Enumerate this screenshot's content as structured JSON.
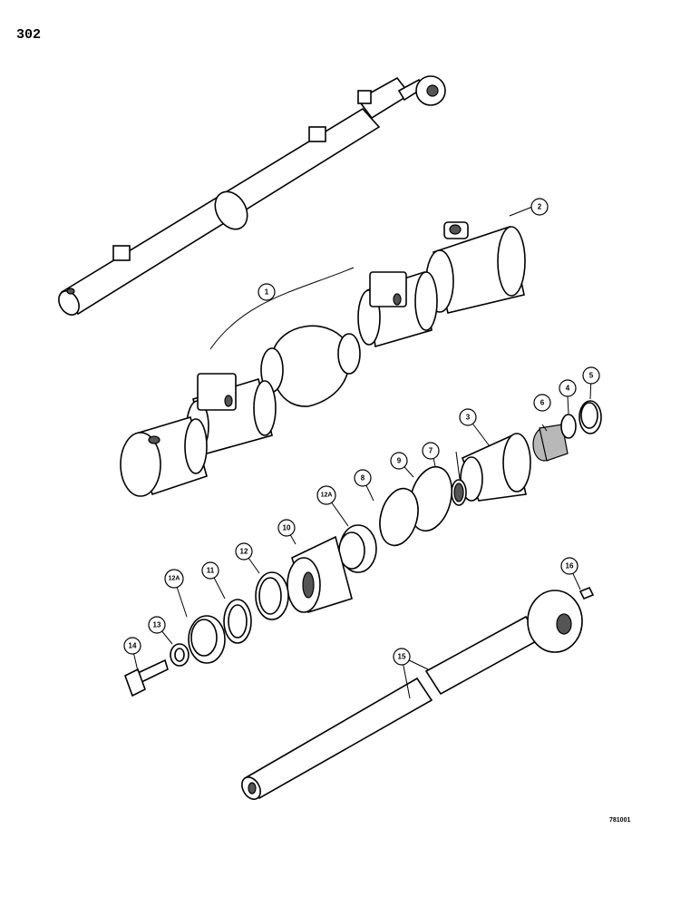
{
  "page": {
    "number": "302",
    "figure_code": "781001"
  },
  "callouts": [
    {
      "id": "c1",
      "label": "1"
    },
    {
      "id": "c2",
      "label": "2"
    },
    {
      "id": "c3",
      "label": "3"
    },
    {
      "id": "c4",
      "label": "4"
    },
    {
      "id": "c5",
      "label": "5"
    },
    {
      "id": "c6",
      "label": "6"
    },
    {
      "id": "c7",
      "label": "7"
    },
    {
      "id": "c8",
      "label": "8"
    },
    {
      "id": "c9",
      "label": "9"
    },
    {
      "id": "c10",
      "label": "10"
    },
    {
      "id": "c11",
      "label": "11"
    },
    {
      "id": "c12",
      "label": "12"
    },
    {
      "id": "c12a1",
      "label": "12A"
    },
    {
      "id": "c12a2",
      "label": "12A"
    },
    {
      "id": "c13",
      "label": "13"
    },
    {
      "id": "c14",
      "label": "14"
    },
    {
      "id": "c15",
      "label": "15"
    },
    {
      "id": "c16",
      "label": "16"
    }
  ]
}
